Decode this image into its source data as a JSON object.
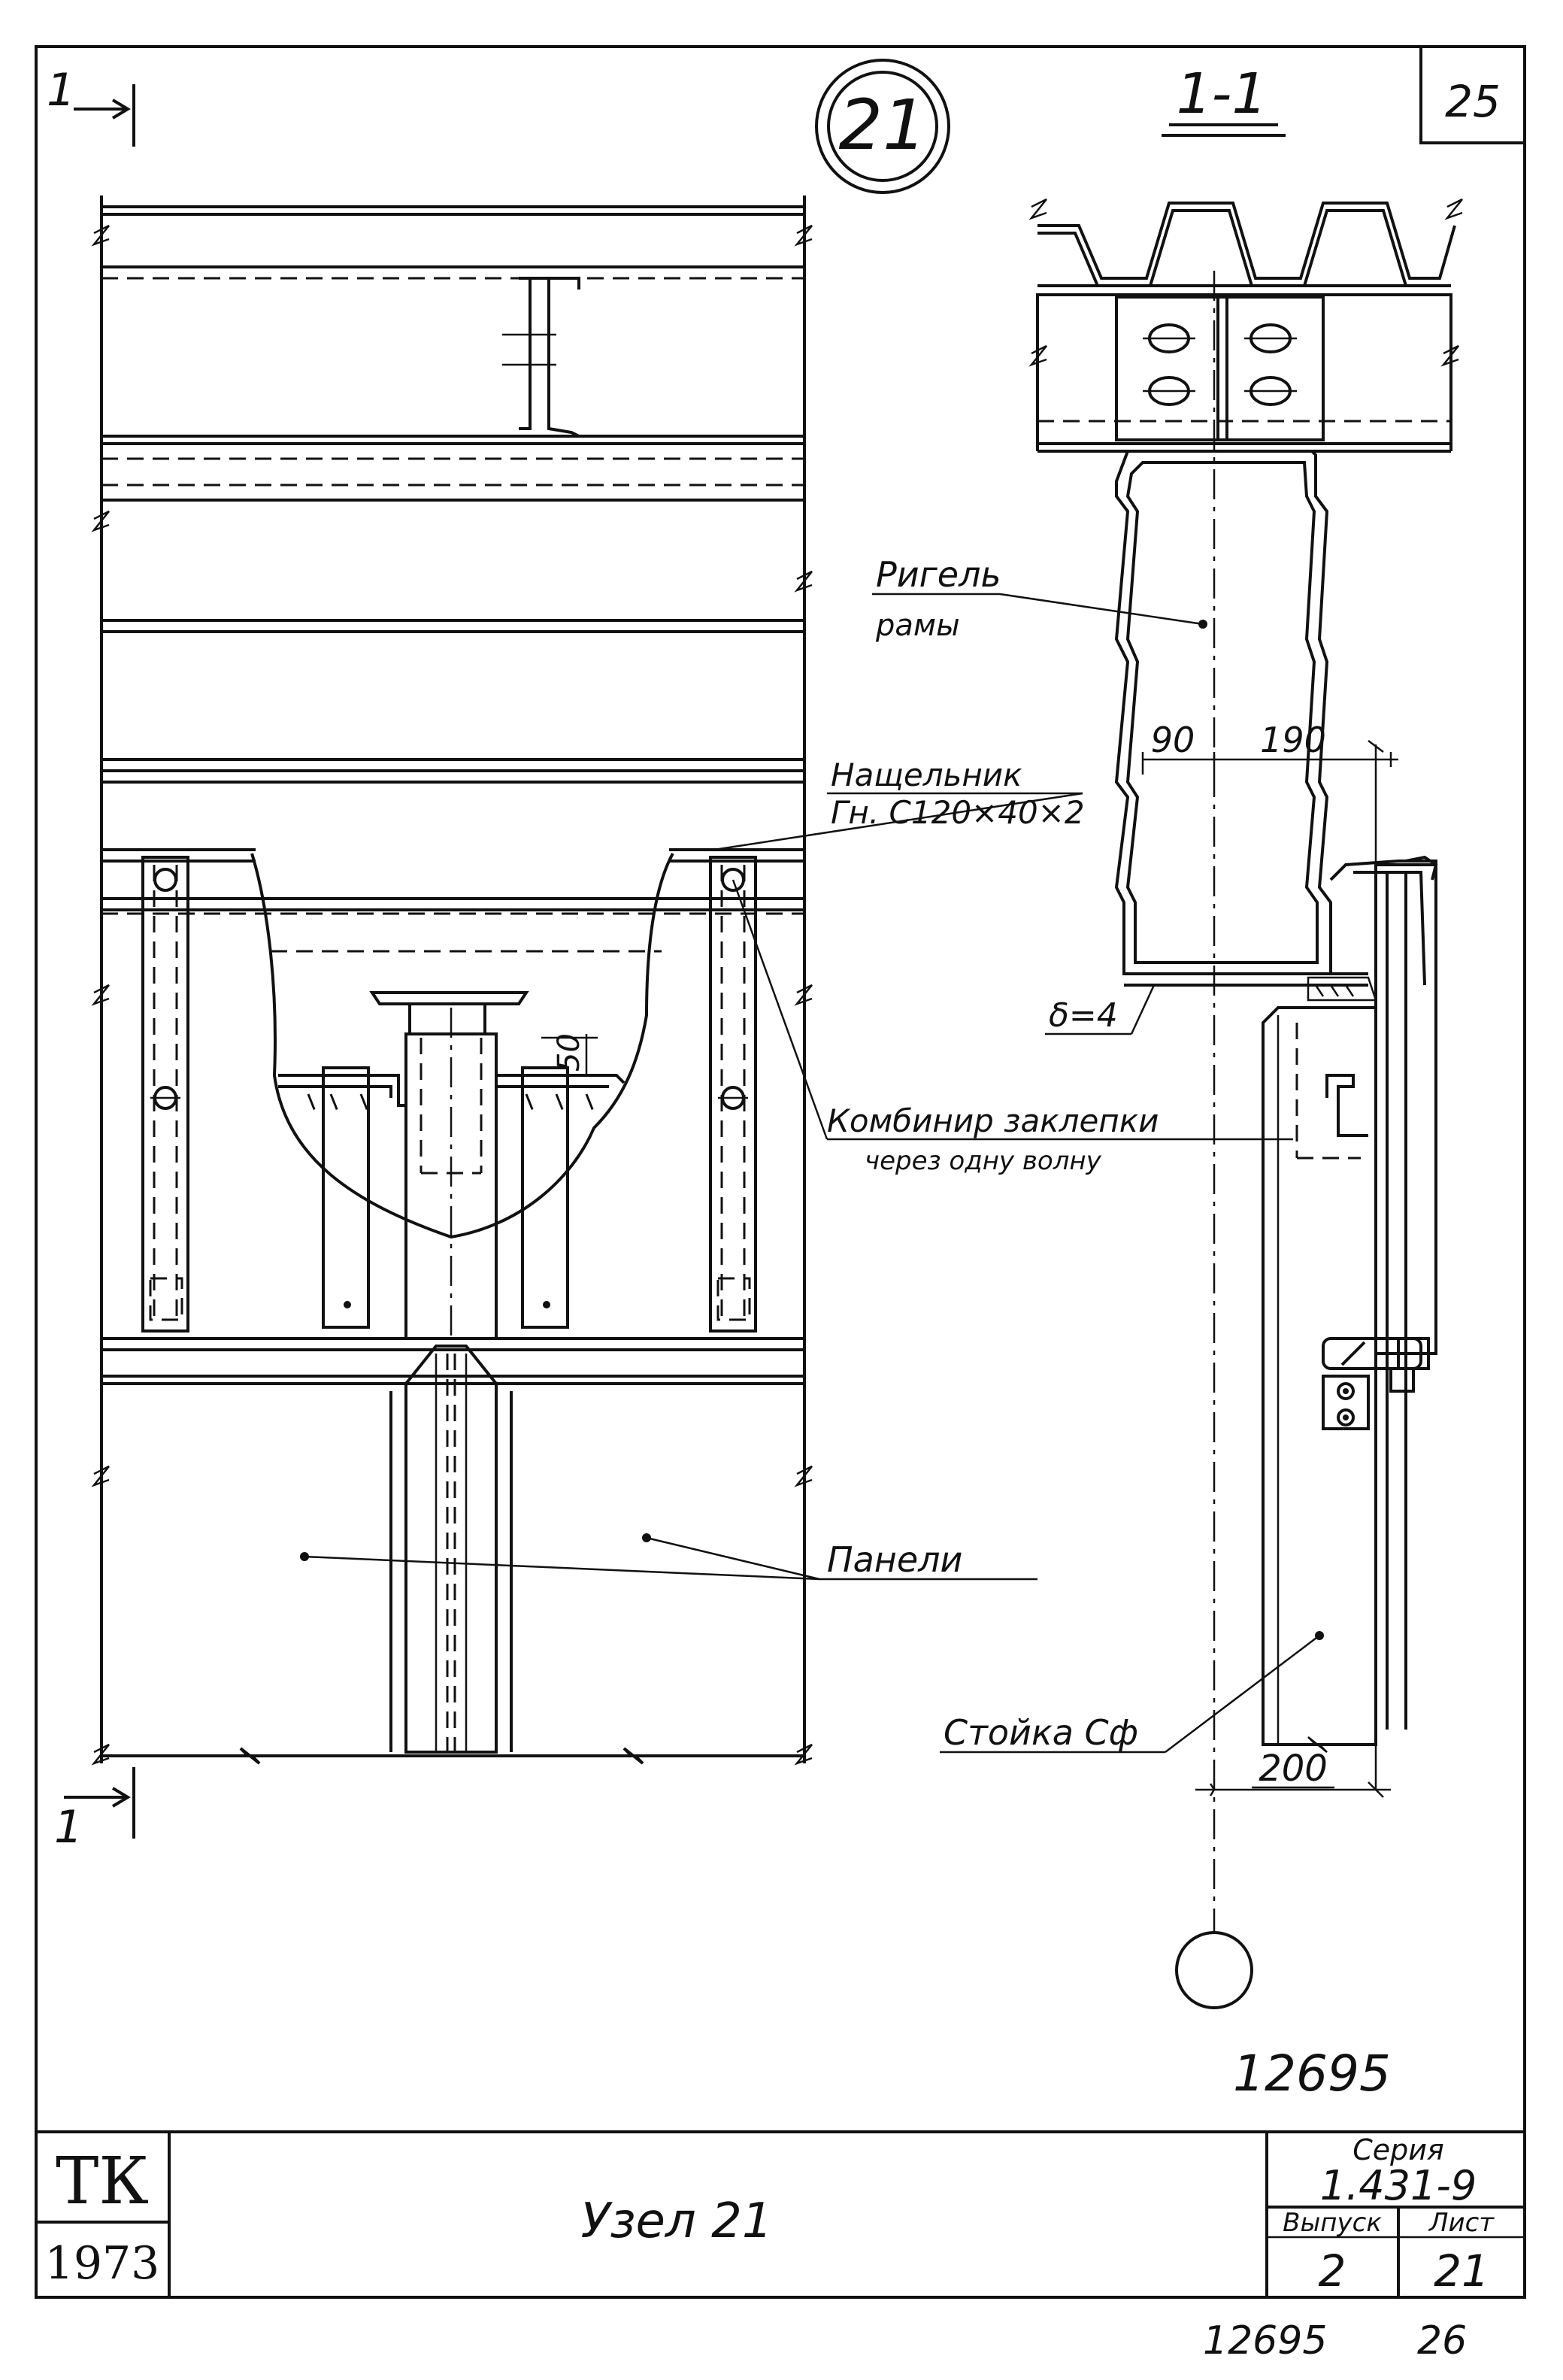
{
  "sheet": {
    "sheet_corner_number": "25",
    "node_number": "21",
    "section_mark": "1-1",
    "cut_mark_top": "1",
    "cut_mark_bottom": "1",
    "archive_number_mid": "12695",
    "archive_number_bottom": "12695",
    "page_number_bottom": "26"
  },
  "labels": {
    "rigel_line1": "Ригель",
    "rigel_line2": "рамы",
    "nashchelnik_line1": "Нащельник",
    "nashchelnik_line2": "Гн. С120×40×2",
    "combined_rivets_line1": "Комбинир заклепки",
    "combined_rivets_line2": "через одну волну",
    "panels": "Панели",
    "column": "Стойка Сф",
    "delta": "δ=4"
  },
  "dimensions": {
    "d90": "90",
    "d190": "190",
    "d50": "50",
    "d200": "200"
  },
  "title_block": {
    "org": "ТК",
    "year": "1973",
    "title": "Узел 21",
    "series_label": "Серия",
    "series_value": "1.431-9",
    "issue_label": "Выпуск",
    "issue_value": "2",
    "sheet_label": "Лист",
    "sheet_value": "21"
  }
}
